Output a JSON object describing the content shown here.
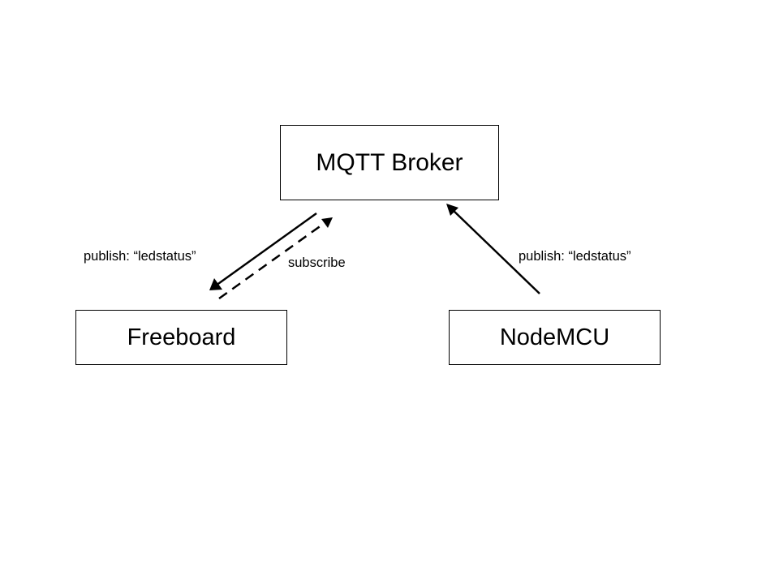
{
  "nodes": {
    "broker": "MQTT Broker",
    "freeboard": "Freeboard",
    "nodemcu": "NodeMCU"
  },
  "edges": {
    "freeboard_publish": "publish: “ledstatus”",
    "freeboard_subscribe": "subscribe",
    "nodemcu_publish": "publish: “ledstatus”"
  },
  "colors": {
    "line": "#000000",
    "background": "#ffffff"
  }
}
